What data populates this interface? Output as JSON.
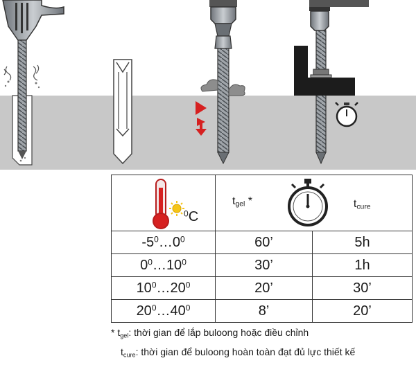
{
  "diagram": {
    "steps": [
      "drill-hole",
      "clean-hole",
      "inject-and-insert-rod",
      "cure-and-tighten"
    ]
  },
  "table": {
    "temperature_unit": "C",
    "temperature_unit_degree": "0",
    "gel_symbol": "t",
    "gel_subscript": "gel",
    "gel_marker": " *",
    "cure_symbol": "t",
    "cure_subscript": "cure",
    "rows": [
      {
        "t_from_sign": "-5",
        "t_from_deg": "0",
        "t_sep": "…",
        "t_to": "0",
        "t_to_deg": "0",
        "gel": "60’",
        "cure": "5h"
      },
      {
        "t_from_sign": "0",
        "t_from_deg": "0",
        "t_sep": "…",
        "t_to": "10",
        "t_to_deg": "0",
        "gel": "30’",
        "cure": "1h"
      },
      {
        "t_from_sign": "10",
        "t_from_deg": "0",
        "t_sep": "…",
        "t_to": "20",
        "t_to_deg": "0",
        "gel": "20’",
        "cure": "30’"
      },
      {
        "t_from_sign": "20",
        "t_from_deg": "0",
        "t_sep": "…",
        "t_to": "40",
        "t_to_deg": "0",
        "gel": "8’",
        "cure": "20’"
      }
    ]
  },
  "notes": {
    "gel_prefix": "* t",
    "gel_sub": "gel",
    "gel_text": ": thời gian để lắp buloong hoặc điều chỉnh",
    "cure_prefix": "t",
    "cure_sub": "cure",
    "cure_text": ": thời gian để buloong hoàn toàn đạt đủ lực thiết kế"
  },
  "colors": {
    "ground": "#c8c8c8",
    "steel": "#8a8f94",
    "thermometer": "#d62020",
    "arrow": "#d62020",
    "sun": "#f5c518"
  }
}
